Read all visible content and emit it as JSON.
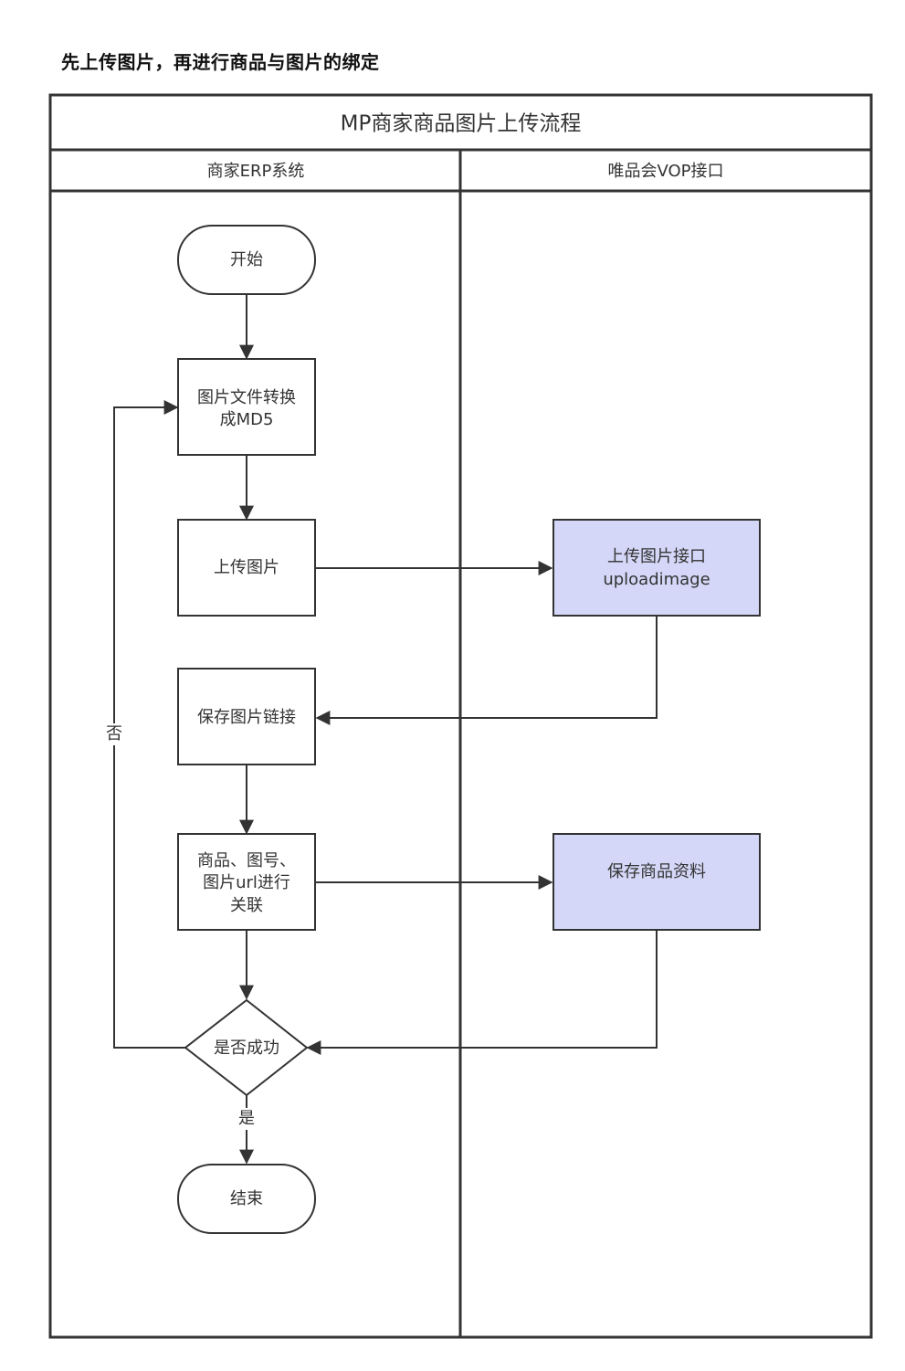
{
  "heading": "先上传图片，再进行商品与图片的绑定",
  "pool": {
    "title": "MP商家商品图片上传流程",
    "lanes": [
      "商家ERP系统",
      "唯品会VOP接口"
    ]
  },
  "nodes": {
    "start": "开始",
    "md5": [
      "图片文件转换",
      "成MD5"
    ],
    "upload": "上传图片",
    "upload_api": [
      "上传图片接口",
      "uploadimage"
    ],
    "save_link": "保存图片链接",
    "link_goods": [
      "商品、图号、",
      "图片url进行",
      "关联"
    ],
    "save_goods": "保存商品资料",
    "success": "是否成功",
    "end": "结束"
  },
  "edge_labels": {
    "no": "否",
    "yes": "是"
  },
  "colors": {
    "api_fill": "#d4d7f7",
    "stroke": "#333333"
  }
}
